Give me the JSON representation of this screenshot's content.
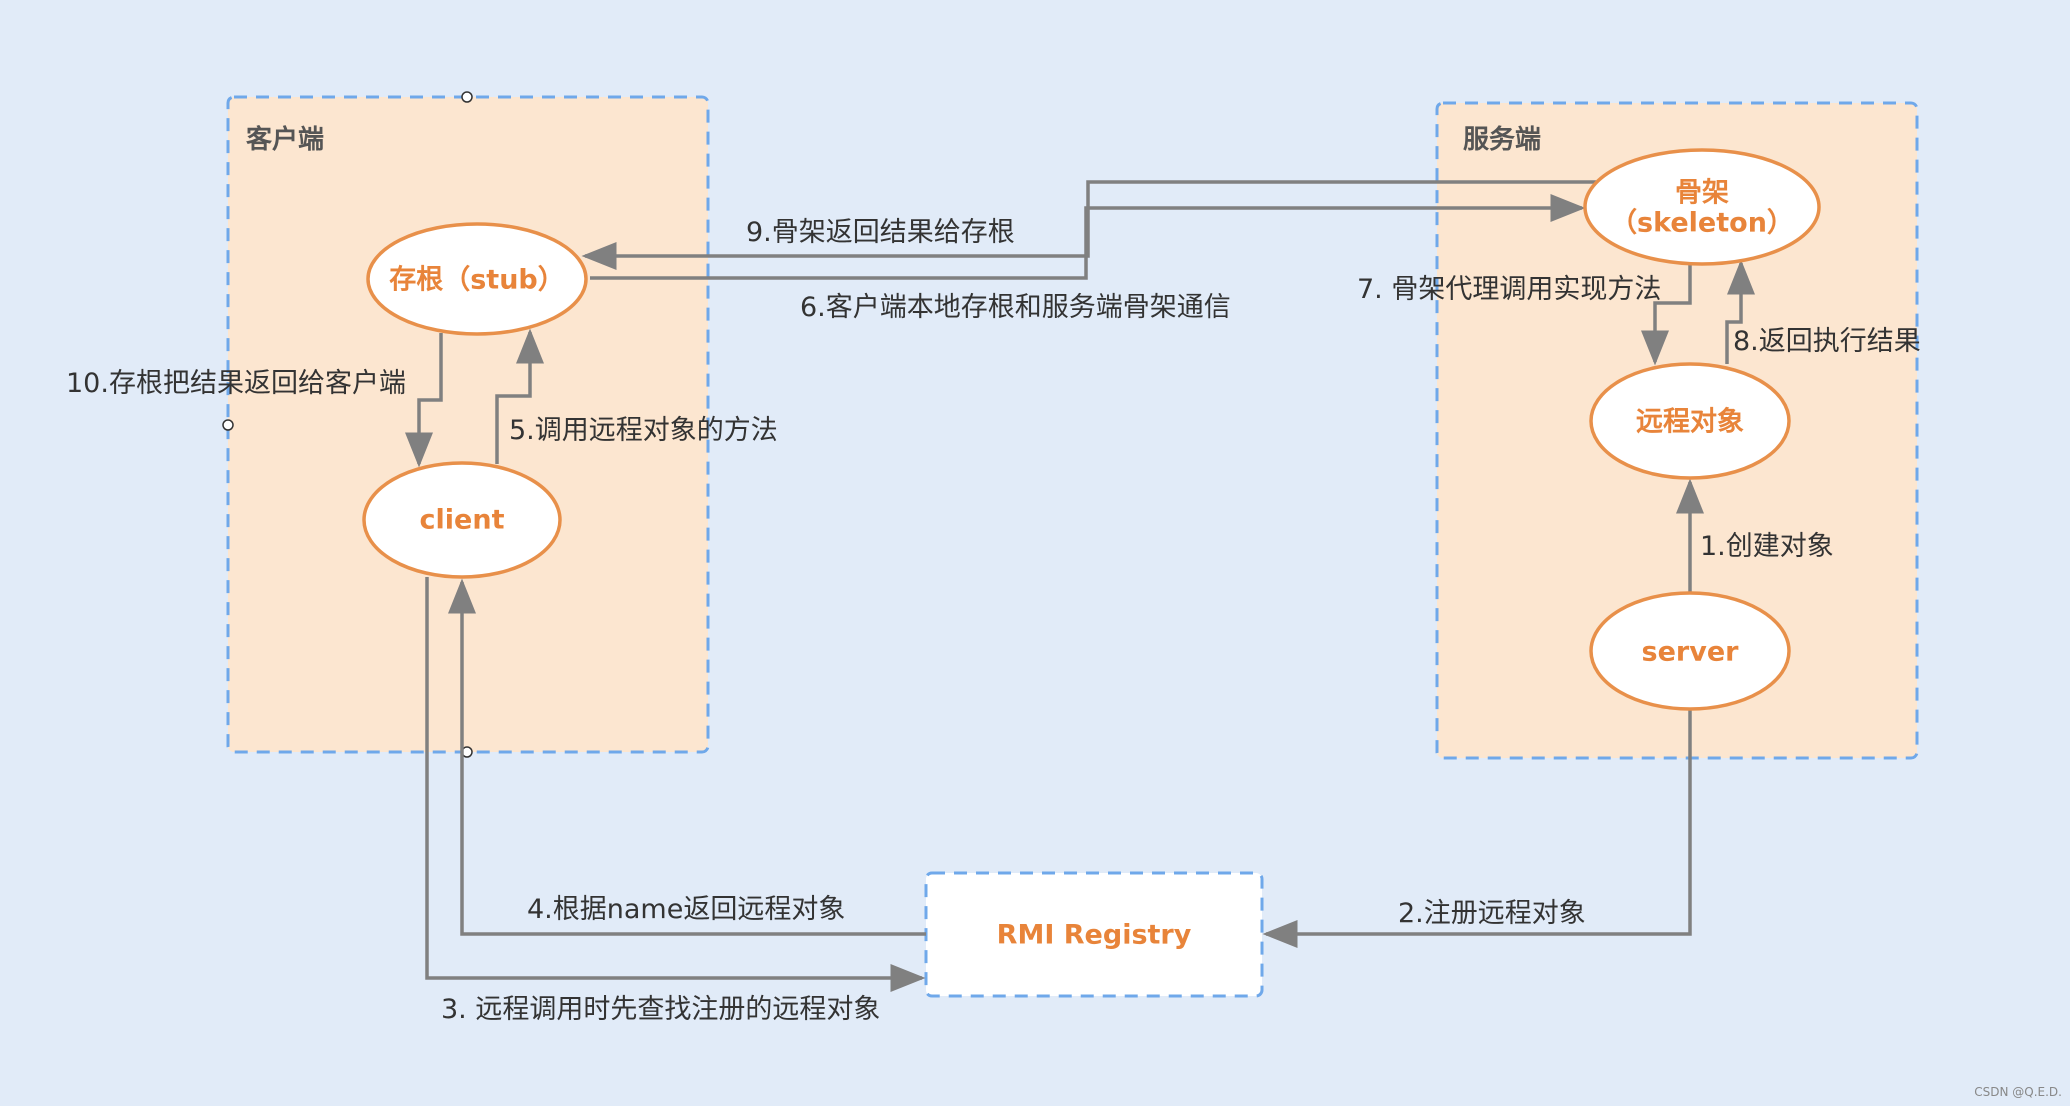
{
  "groups": {
    "client_side": {
      "title": "客户端"
    },
    "server_side": {
      "title": "服务端"
    }
  },
  "nodes": {
    "stub": "存根（stub）",
    "client": "client",
    "skeleton_line1": "骨架",
    "skeleton_line2": "（skeleton）",
    "remote_object": "远程对象",
    "server": "server",
    "registry": "RMI Registry"
  },
  "edges": {
    "e1": "1.创建对象",
    "e2": "2.注册远程对象",
    "e3": "3. 远程调用时先查找注册的远程对象",
    "e4": "4.根据name返回远程对象",
    "e5": "5.调用远程对象的方法",
    "e6": "6.客户端本地存根和服务端骨架通信",
    "e7": "7. 骨架代理调用实现方法",
    "e8": "8.返回执行结果",
    "e9": "9.骨架返回结果给存根",
    "e10": "10.存根把结果返回给客户端"
  },
  "colors": {
    "background": "#e1ebf8",
    "group_fill": "#fce6d0",
    "dashed_border": "#6fa8ea",
    "node_stroke": "#e8904a",
    "node_text": "#e8843a",
    "arrow": "#808080"
  },
  "watermark": "CSDN @Q.E.D."
}
